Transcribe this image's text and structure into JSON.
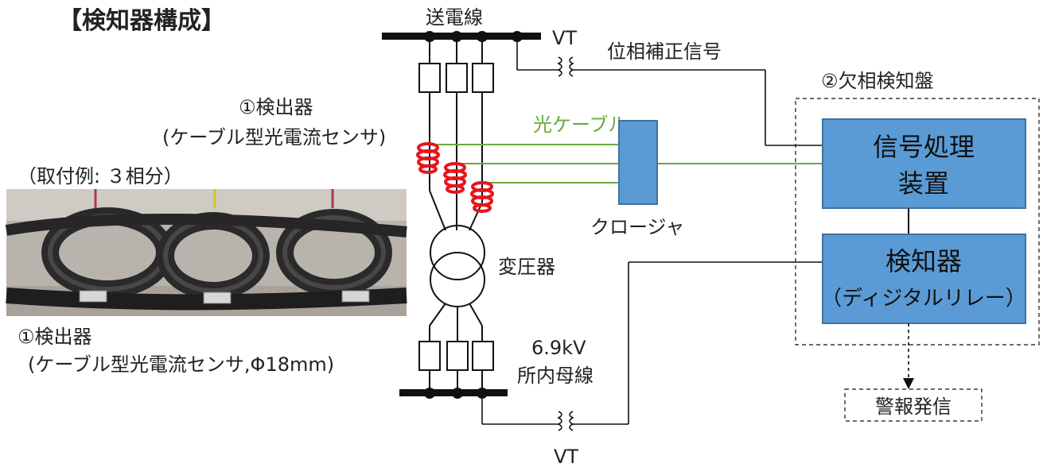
{
  "title": "【検知器構成】",
  "transmission_line": "送電線",
  "vt_top": "VT",
  "vt_bottom": "VT",
  "phase_signal": "位相補正信号",
  "panel_label": "②欠相検知盤",
  "detector_label_line1": "①検出器",
  "detector_label_line2": "(ケーブル型光電流センサ)",
  "optical_cable": "光ケーブル",
  "closure": "クロージャ",
  "transformer": "変圧器",
  "bus_voltage": "6.9kV",
  "bus_name": "所内母線",
  "signal_processor_line1": "信号処理",
  "signal_processor_line2": "装置",
  "detector_box_line1": "検知器",
  "detector_box_line2": "（ディジタルリレー）",
  "alarm": "警報発信",
  "photo_caption": "（取付例: ３相分）",
  "photo_label_line1": "①検出器",
  "photo_label_line2": "(ケーブル型光電流センサ,Φ18mm)",
  "colors": {
    "box_fill": "#5b9bd5",
    "box_stroke": "#41719c",
    "optical_green": "#6aaa3a",
    "coil_red": "#e8141c"
  }
}
